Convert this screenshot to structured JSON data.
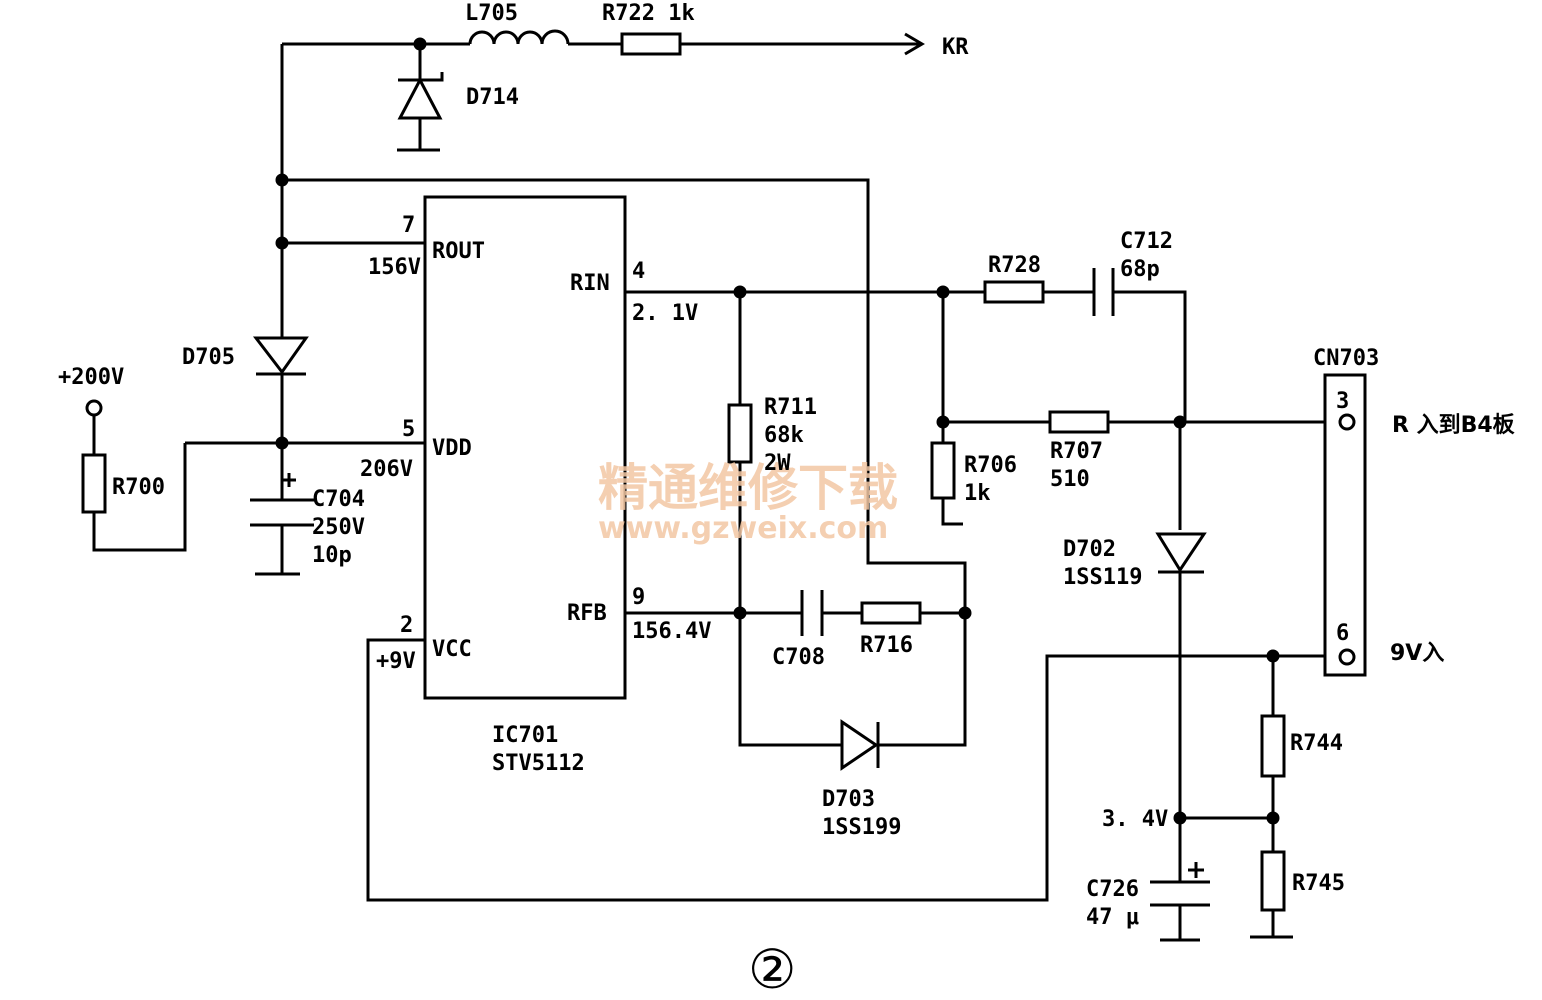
{
  "labels": {
    "L705": "L705",
    "R722": "R722 1k",
    "KR": "KR",
    "D714": "D714",
    "pin7": "7",
    "ROUT": "ROUT",
    "v156": "156V",
    "pin4": "4",
    "RIN": "RIN",
    "v21": "2. 1V",
    "R728": "R728",
    "C712": "C712",
    "C712v": "68p",
    "CN703": "CN703",
    "plus200": "+200V",
    "D705": "D705",
    "pin5": "5",
    "VDD": "VDD",
    "v206": "206V",
    "R700": "R700",
    "C704": "C704",
    "C704v1": "250V",
    "C704v2": "10p",
    "R711": "R711",
    "R711v1": "68k",
    "R711v2": "2W",
    "R706": "R706",
    "R706v": "1k",
    "R707": "R707",
    "R707v": "510",
    "cn_pin3": "3",
    "r_in": "R 入到B4板",
    "D702": "D702",
    "D702v": "1SS119",
    "pin9": "9",
    "RFB": "RFB",
    "v1564": "156.4V",
    "C708": "C708",
    "R716": "R716",
    "pin2": "2",
    "VCC": "VCC",
    "v9": "+9V",
    "cn_pin6": "6",
    "nine_in": "9V入",
    "IC701": "IC701",
    "STV5112": "STV5112",
    "D703": "D703",
    "D703v": "1SS199",
    "R744": "R744",
    "v34": "3. 4V",
    "R745": "R745",
    "C726": "C726",
    "C726v": "47 μ",
    "figure": "②"
  },
  "watermark": {
    "cn": "精通维修下载",
    "url": "www.gzweix.com"
  }
}
